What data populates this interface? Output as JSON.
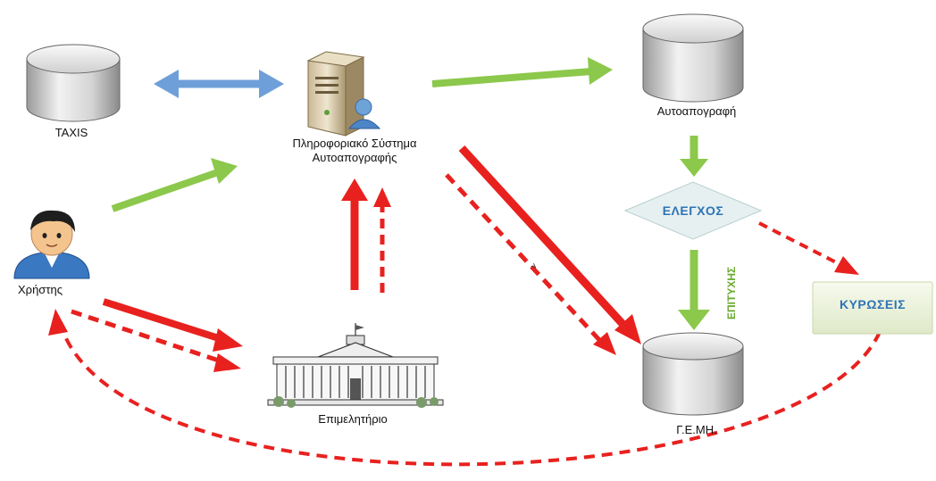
{
  "nodes": {
    "taxis": "TAXIS",
    "system_line1": "Πληροφοριακό Σύστημα",
    "system_line2": "Αυτοαπογραφής",
    "user": "Χρήστης",
    "chamber": "Επιμελητήριο",
    "self_report": "Αυτοαπογραφή",
    "control": "ΕΛΕΓΧΟΣ",
    "sanctions": "ΚΥΡΩΣΕΙΣ",
    "gemi": "Γ.Ε.ΜΗ.",
    "success": "ΕΠΙΤΥΧΗΣ",
    "small_mark": "v"
  },
  "colors": {
    "green_arrow": "#8cc84b",
    "red_arrow": "#e8211f",
    "blue_arrow": "#6f9fd8",
    "label_blue": "#2e74b5",
    "success_green": "#6aa82f",
    "diamond_fill": "#e6f0f0",
    "sanctions_fill": "#edf3e0"
  },
  "icons": {
    "db": "database-cylinder-icon",
    "server": "server-user-icon",
    "user": "user-avatar-icon",
    "building": "government-building-icon"
  }
}
